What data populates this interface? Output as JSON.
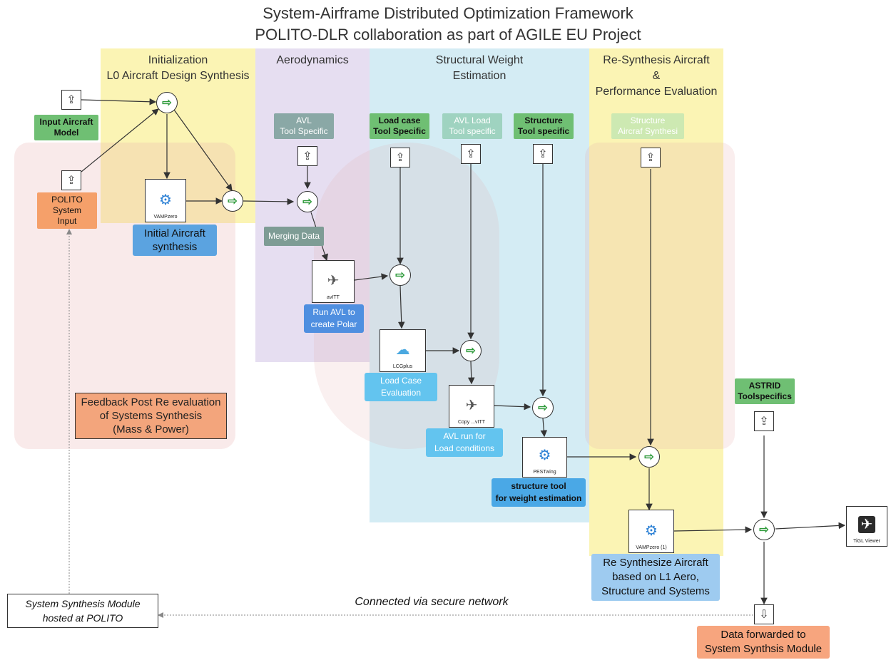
{
  "title_line1": "System-Airframe Distributed Optimization Framework",
  "title_line2": "POLITO-DLR collaboration as part of AGILE EU Project",
  "lanes": {
    "init_line1": "Initialization",
    "init_line2": "L0 Aircraft Design Synthesis",
    "aero": "Aerodynamics",
    "struct_line1": "Structural Weight",
    "struct_line2": "Estimation",
    "resynth_line1": "Re-Synthesis Aircraft",
    "resynth_line2": "&",
    "resynth_line3": "Performance Evaluation"
  },
  "tags": {
    "input_aircraft_1": "Input Aircraft",
    "input_aircraft_2": "Model",
    "polito_input_1": "POLITO System",
    "polito_input_2": "Input",
    "avl_1": "AVL",
    "avl_2": "Tool  Specific",
    "loadcase_1": "Load case",
    "loadcase_2": "Tool  Specific",
    "avlload_1": "AVL Load",
    "avlload_2": "Tool specific",
    "structure_1": "Structure",
    "structure_2": "Tool specific",
    "structaircraf_1": "Structure",
    "structaircraf_2": "Aircraf Synthesi",
    "merging": "Merging Data",
    "astrid_1": "ASTRID",
    "astrid_2": "Toolspecifics"
  },
  "notes": {
    "initial_1": "Initial Aircraft",
    "initial_2": "synthesis",
    "runavl_1": "Run AVL to",
    "runavl_2": "create Polar",
    "lce_1": "Load Case",
    "lce_2": "Evaluation",
    "avlrun_1": "AVL run for",
    "avlrun_2": "Load conditions",
    "structtool_1": "structure tool",
    "structtool_2": "for weight estimation",
    "resynth_1": "Re Synthesize Aircraft",
    "resynth_2": "based on L1 Aero,",
    "resynth_3": "Structure and Systems",
    "feedback_1": "Feedback Post Re evaluation",
    "feedback_2": "of Systems Synthesis",
    "feedback_3": "(Mass & Power)",
    "forward_1": "Data forwarded to",
    "forward_2": "System Synthsis Module",
    "module_1": "System Synthesis Module",
    "module_2": "hosted at POLITO",
    "secure": "Connected via secure network"
  },
  "tools": {
    "vampzero": "VAMPzero",
    "avltt": "avITT",
    "lcgplus": "LCGplus",
    "copyavl": "Copy ...vITT",
    "pestwing": "PESTwing",
    "vampzero1": "VAMPzero (1)",
    "tigl": "TiGL Viewer"
  },
  "colors": {
    "init_lane": "#fbf4b4",
    "aero_lane": "#e4dcf0",
    "struct_lane": "#d6edf5",
    "resynth_lane": "#fbf4b4",
    "green_tag": "#6fbf73",
    "blue_note": "#5ba3e0",
    "orange_note": "#f5a06a",
    "gray_tag": "#8fa89f"
  }
}
